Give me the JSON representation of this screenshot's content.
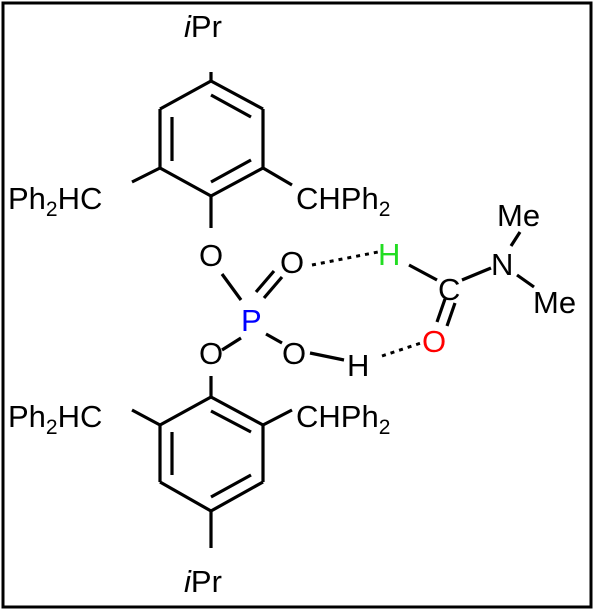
{
  "colors": {
    "phosphorus": "#0000ff",
    "hydrogen_formyl": "#22dd22",
    "oxygen_carbonyl": "#ff0000",
    "default": "#000000"
  },
  "labels": {
    "ipr_top_i": "i",
    "ipr_top_pr": "Pr",
    "ipr_bottom_i": "i",
    "ipr_bottom_pr": "Pr",
    "ph": "Ph",
    "two": "2",
    "hc": "HC",
    "ch": "CH",
    "o": "O",
    "p": "P",
    "h": "H",
    "c": "C",
    "n": "N",
    "me": "Me"
  }
}
